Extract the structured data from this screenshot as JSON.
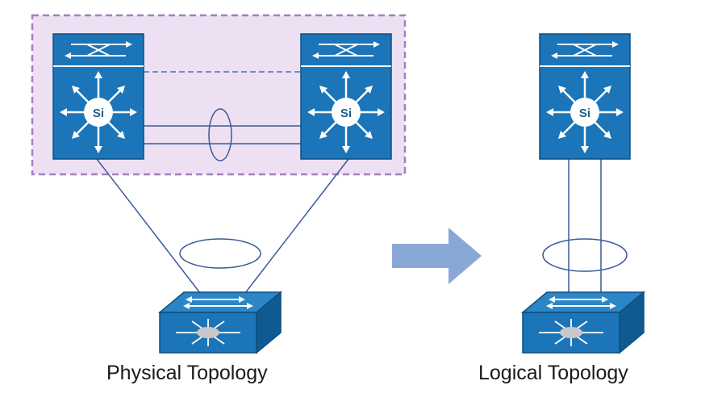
{
  "captions": {
    "physical": "Physical Topology",
    "logical": "Logical Topology"
  },
  "switch_label": "Si",
  "colors": {
    "device_blue": "#1b75b8",
    "device_dark": "#0f5a91",
    "link_blue": "#3a5a9a",
    "virtual_box_fill": "#ede0f2",
    "virtual_box_border": "#a97cc0",
    "arrow": "#8aa8d6"
  },
  "icons": {
    "core_switch": "multilayer-switch-icon",
    "access_switch": "workgroup-switch-icon",
    "transition_arrow": "right-arrow-icon"
  }
}
